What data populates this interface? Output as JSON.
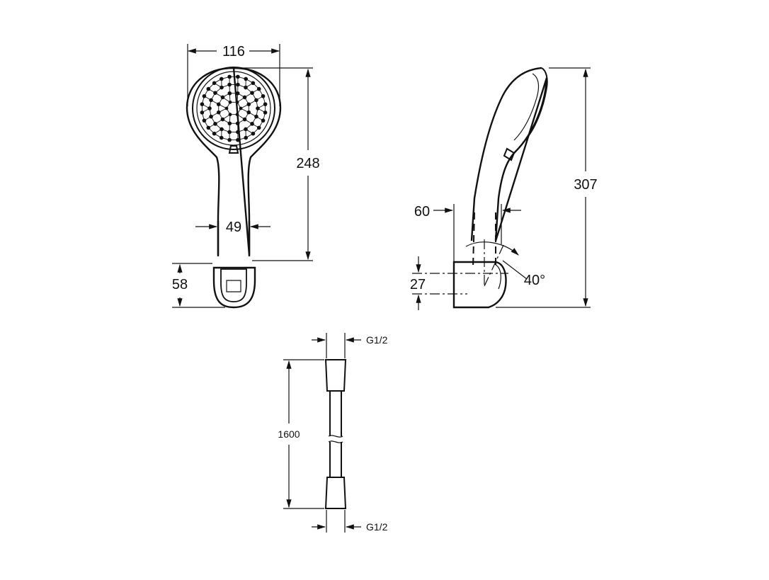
{
  "front_view": {
    "width_head": "116",
    "height_handset": "248",
    "width_handle": "49",
    "height_holder": "58"
  },
  "side_view": {
    "depth": "60",
    "height_total": "307",
    "holder_height": "27",
    "angle": "40°"
  },
  "hose": {
    "length": "1600",
    "thread_top": "G1/2",
    "thread_bottom": "G1/2"
  },
  "colors": {
    "line": "#111111",
    "background": "#ffffff"
  }
}
